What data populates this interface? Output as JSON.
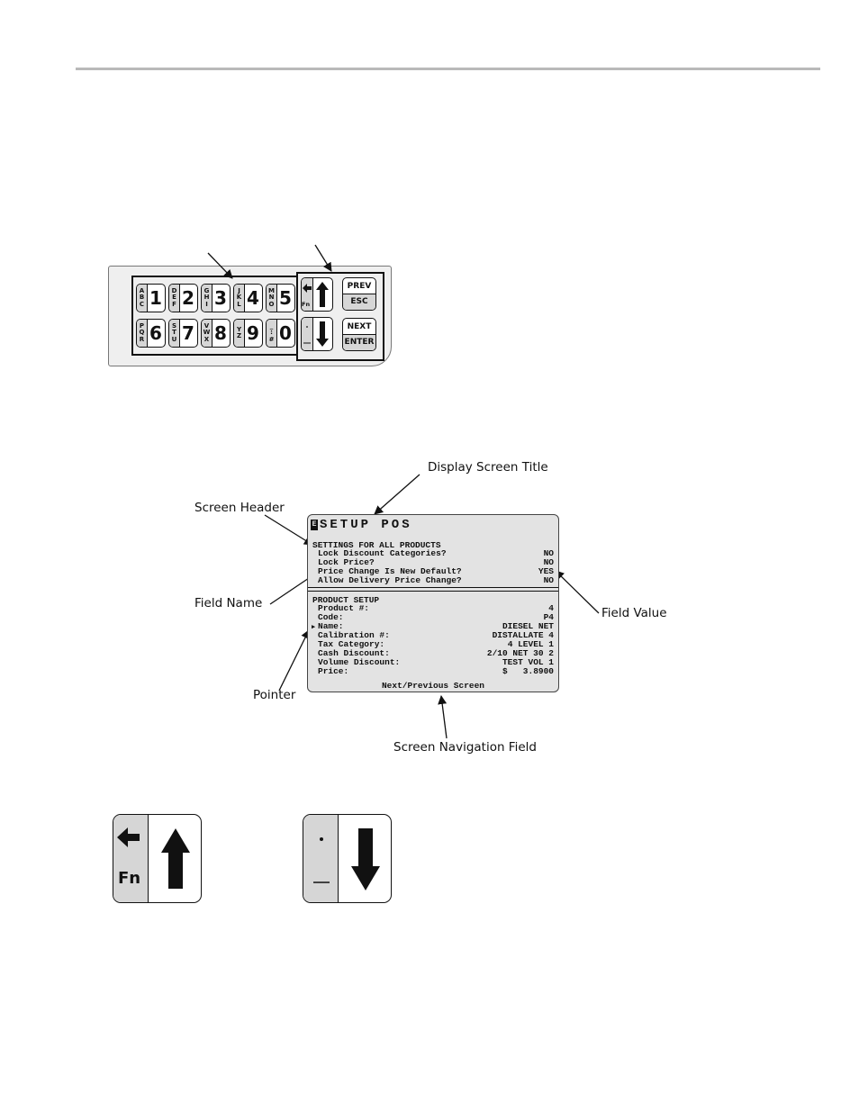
{
  "keypad": {
    "number_keys": [
      {
        "letters": [
          "A",
          "B",
          "C"
        ],
        "digit": "1"
      },
      {
        "letters": [
          "D",
          "E",
          "F"
        ],
        "digit": "2"
      },
      {
        "letters": [
          "G",
          "H",
          "I"
        ],
        "digit": "3"
      },
      {
        "letters": [
          "J",
          "K",
          "L"
        ],
        "digit": "4"
      },
      {
        "letters": [
          "M",
          "N",
          "O"
        ],
        "digit": "5"
      },
      {
        "letters": [
          "P",
          "Q",
          "R"
        ],
        "digit": "6"
      },
      {
        "letters": [
          "S",
          "T",
          "U"
        ],
        "digit": "7"
      },
      {
        "letters": [
          "V",
          "W",
          "X"
        ],
        "digit": "8"
      },
      {
        "letters": [
          "Y",
          "Z"
        ],
        "digit": "9"
      },
      {
        "letters": [
          "_",
          ":",
          "#"
        ],
        "digit": "0"
      }
    ],
    "fn_label": "Fn",
    "prev_label": "PREV",
    "esc_label": "ESC",
    "next_label": "NEXT",
    "enter_label": "ENTER"
  },
  "screen": {
    "title": "SETUP POS",
    "section1_title": "SETTINGS FOR ALL PRODUCTS",
    "section1_rows": [
      {
        "name": "Lock Discount Categories?",
        "value": "NO"
      },
      {
        "name": "Lock Price?",
        "value": "NO"
      },
      {
        "name": "Price Change Is New Default?",
        "value": "YES"
      },
      {
        "name": "Allow Delivery Price Change?",
        "value": "NO"
      }
    ],
    "section2_title": "PRODUCT SETUP",
    "section2_rows": [
      {
        "name": "Product #:",
        "value": "4"
      },
      {
        "name": "Code:",
        "value": "P4"
      },
      {
        "name": "Name:",
        "value": "DIESEL NET"
      },
      {
        "name": "Calibration #:",
        "value": "DISTALLATE 4"
      },
      {
        "name": "Tax Category:",
        "value": "4 LEVEL 1"
      },
      {
        "name": "Cash Discount:",
        "value": "2/10 NET 30 2"
      },
      {
        "name": "Volume Discount:",
        "value": "TEST VOL 1"
      },
      {
        "name": "Price:",
        "value": "$   3.8900"
      }
    ],
    "navigation": "Next/Previous Screen"
  },
  "callouts": {
    "display_screen_title": "Display Screen Title",
    "screen_header": "Screen Header",
    "field_name": "Field Name",
    "field_value": "Field Value",
    "pointer": "Pointer",
    "screen_navigation_field": "Screen Navigation Field"
  },
  "enlarged_keys": {
    "fn_label": "Fn"
  }
}
